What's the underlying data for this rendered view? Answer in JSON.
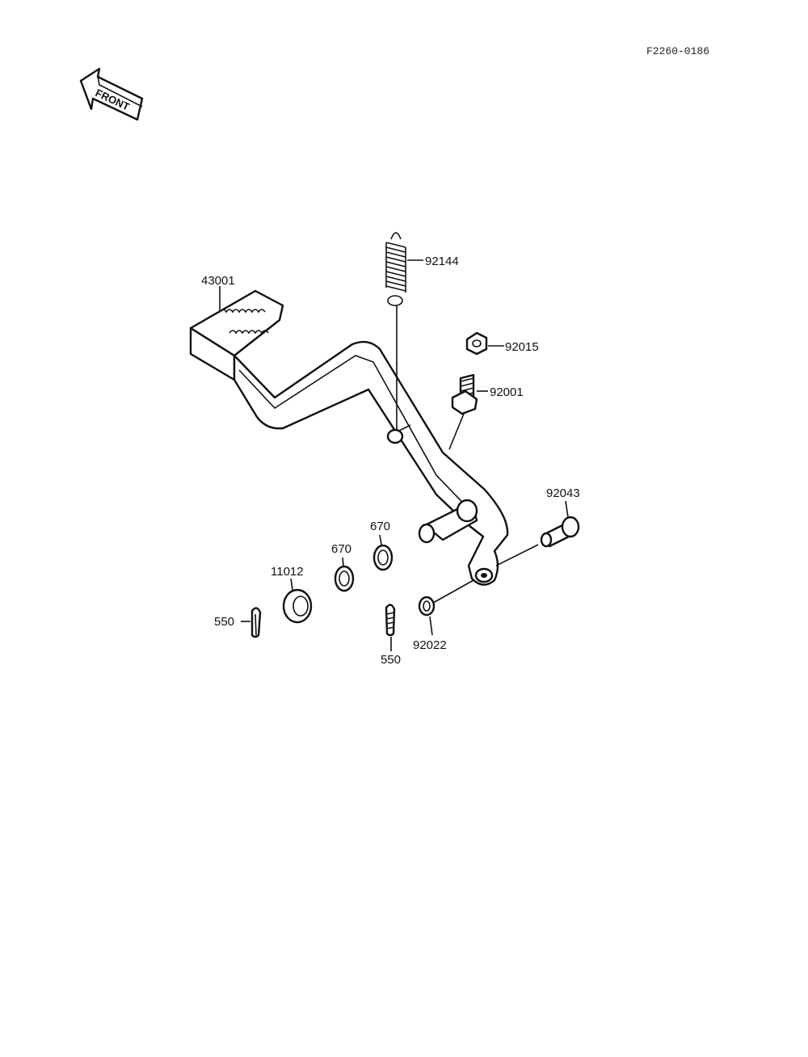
{
  "drawing_code": "F2260-0186",
  "front_label": "FRONT",
  "parts": {
    "p43001": "43001",
    "p92144": "92144",
    "p92015": "92015",
    "p92001": "92001",
    "p92043": "92043",
    "p670a": "670",
    "p670b": "670",
    "p11012": "11012",
    "p550a": "550",
    "p550b": "550",
    "p92022": "92022"
  }
}
